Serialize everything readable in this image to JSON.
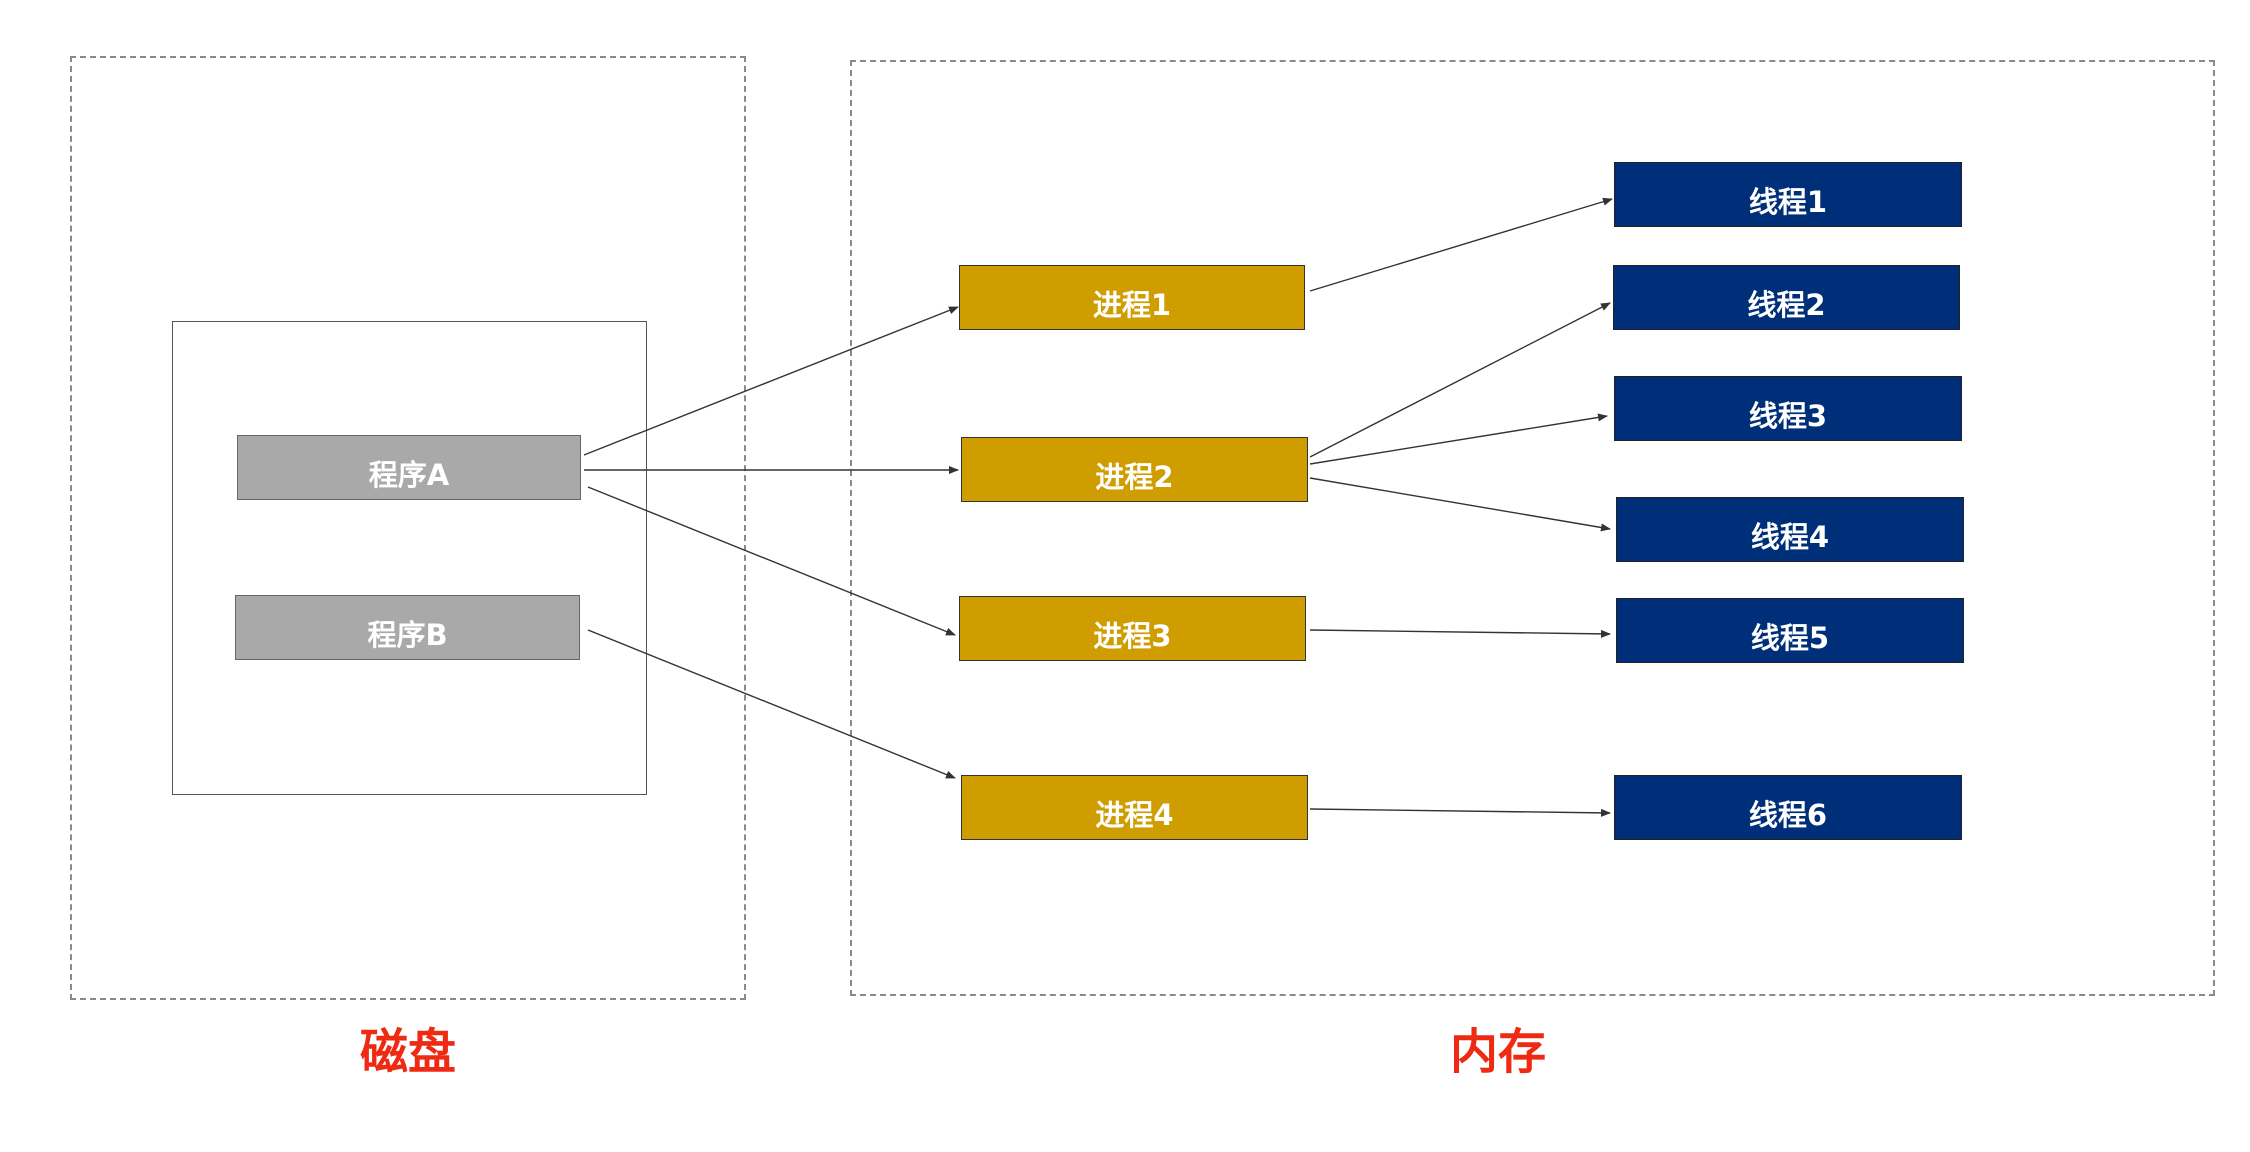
{
  "regions": {
    "disk": {
      "label": "磁盘"
    },
    "memory": {
      "label": "内存"
    }
  },
  "programs": [
    {
      "id": "progA",
      "label": "程序A"
    },
    {
      "id": "progB",
      "label": "程序B"
    }
  ],
  "processes": [
    {
      "id": "proc1",
      "label": "进程1"
    },
    {
      "id": "proc2",
      "label": "进程2"
    },
    {
      "id": "proc3",
      "label": "进程3"
    },
    {
      "id": "proc4",
      "label": "进程4"
    }
  ],
  "threads": [
    {
      "id": "thr1",
      "label": "线程1"
    },
    {
      "id": "thr2",
      "label": "线程2"
    },
    {
      "id": "thr3",
      "label": "线程3"
    },
    {
      "id": "thr4",
      "label": "线程4"
    },
    {
      "id": "thr5",
      "label": "线程5"
    },
    {
      "id": "thr6",
      "label": "线程6"
    }
  ],
  "edges": [
    {
      "from": "progA",
      "to": "proc1"
    },
    {
      "from": "progA",
      "to": "proc2"
    },
    {
      "from": "progA",
      "to": "proc3"
    },
    {
      "from": "progB",
      "to": "proc4"
    },
    {
      "from": "proc1",
      "to": "thr1"
    },
    {
      "from": "proc2",
      "to": "thr2"
    },
    {
      "from": "proc2",
      "to": "thr3"
    },
    {
      "from": "proc2",
      "to": "thr4"
    },
    {
      "from": "proc3",
      "to": "thr5"
    },
    {
      "from": "proc4",
      "to": "thr6"
    }
  ],
  "colors": {
    "program": "#a9a9a9",
    "process": "#d09d00",
    "thread": "#002f7a",
    "region_label": "#ee2a12"
  }
}
